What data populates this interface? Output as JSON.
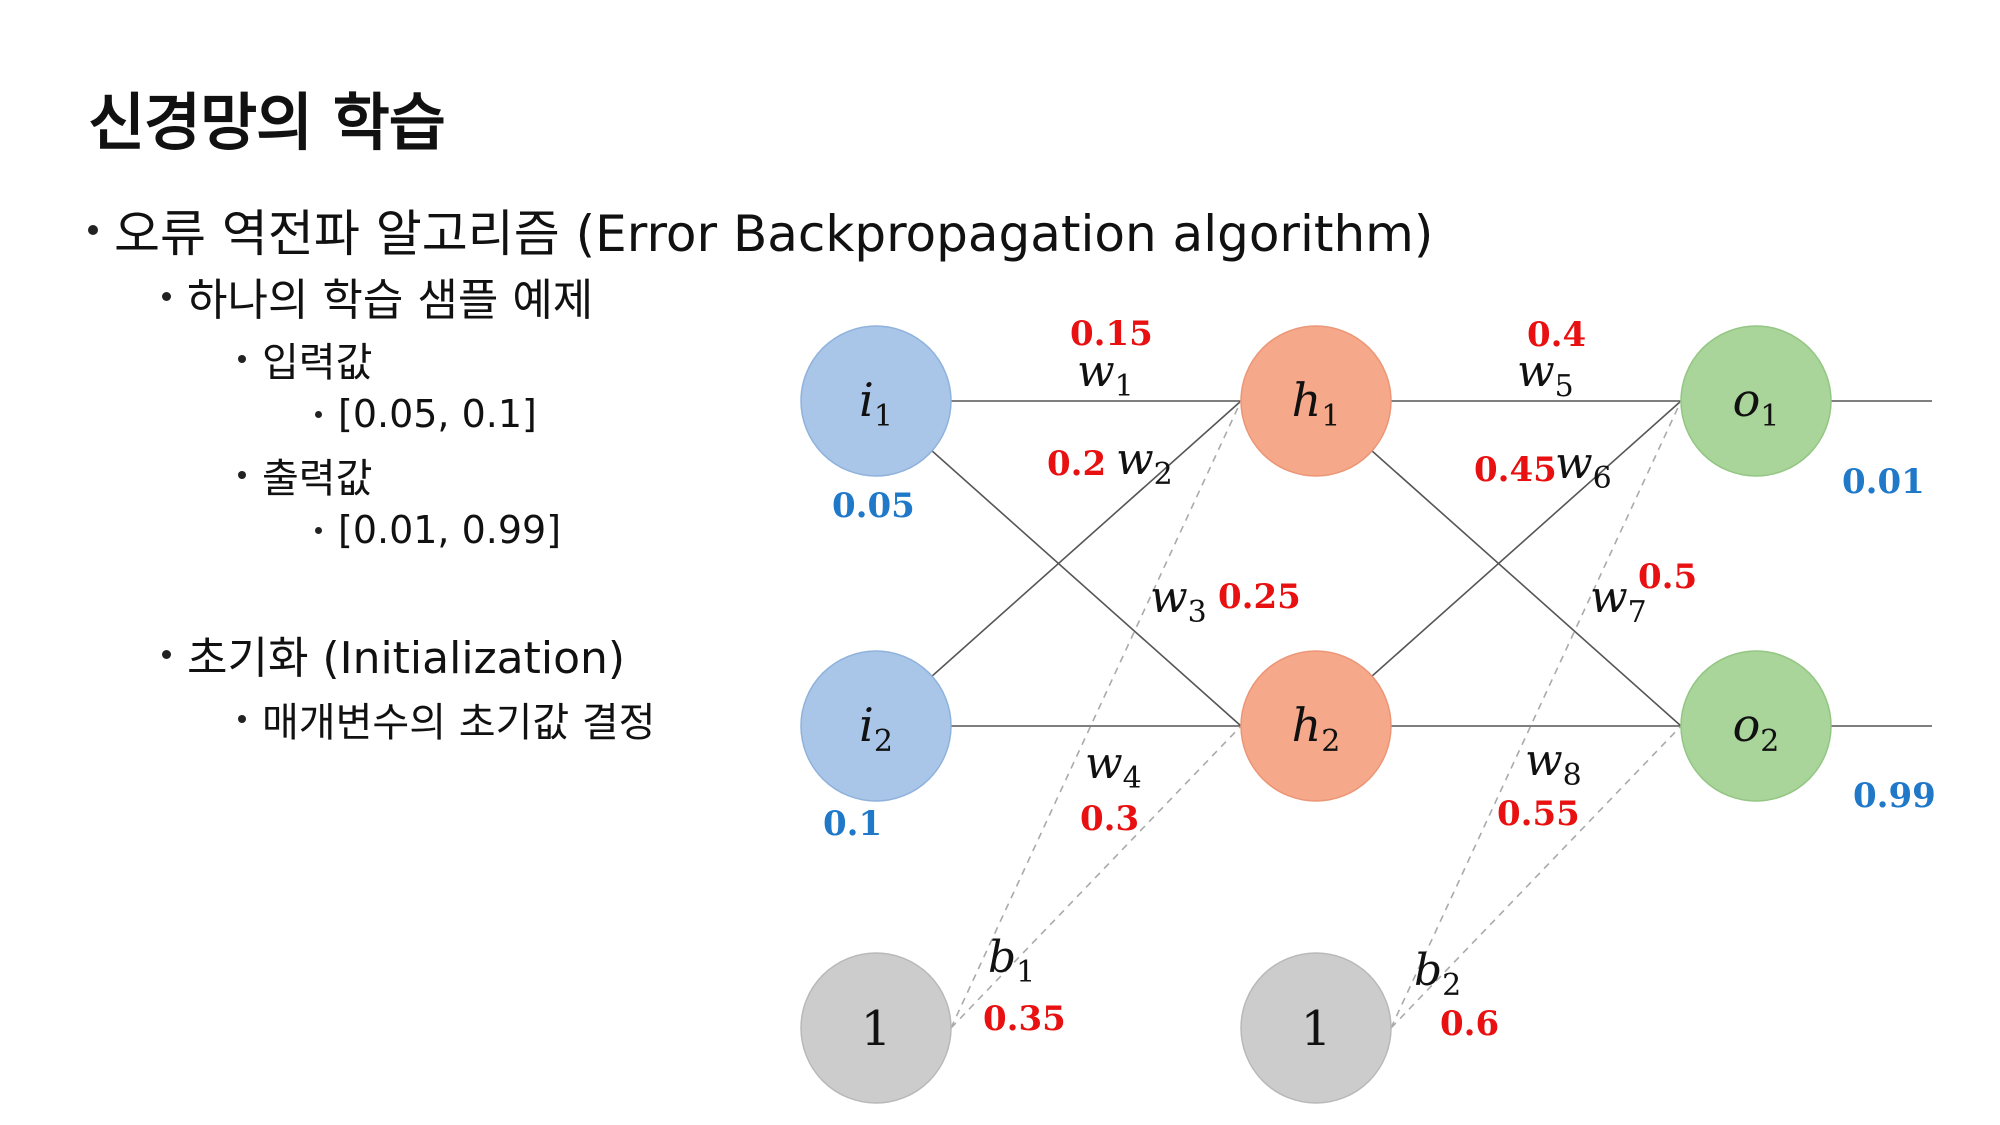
{
  "title": "신경망의 학습",
  "bullets": {
    "b1": "오류 역전파 알고리즘 (Error Backpropagation algorithm)",
    "b2": "하나의 학습 샘플 예제",
    "b3": "입력값",
    "b4": "[0.05, 0.1]",
    "b5": "출력값",
    "b6": "[0.01, 0.99]",
    "b7": "초기화 (Initialization)",
    "b8": "매개변수의 초기값 결정"
  },
  "colors": {
    "input_node": "#a9c6e8",
    "hidden_node": "#f5a98a",
    "output_node": "#a9d49a",
    "bias_node": "#cccccc",
    "weight_value": "#e81010",
    "io_value": "#1f78c8"
  },
  "diagram": {
    "nodes": {
      "i1": {
        "base": "i",
        "sub": "1"
      },
      "i2": {
        "base": "i",
        "sub": "2"
      },
      "h1": {
        "base": "h",
        "sub": "1"
      },
      "h2": {
        "base": "h",
        "sub": "2"
      },
      "o1": {
        "base": "o",
        "sub": "1"
      },
      "o2": {
        "base": "o",
        "sub": "2"
      },
      "bias1": {
        "label": "1"
      },
      "bias2": {
        "label": "1"
      }
    },
    "weights": {
      "w1": {
        "base": "w",
        "sub": "1",
        "value": "0.15"
      },
      "w2": {
        "base": "w",
        "sub": "2",
        "value": "0.2"
      },
      "w3": {
        "base": "w",
        "sub": "3",
        "value": "0.25"
      },
      "w4": {
        "base": "w",
        "sub": "4",
        "value": "0.3"
      },
      "w5": {
        "base": "w",
        "sub": "5",
        "value": "0.4"
      },
      "w6": {
        "base": "w",
        "sub": "6",
        "value": "0.45"
      },
      "w7": {
        "base": "w",
        "sub": "7",
        "value": "0.5"
      },
      "w8": {
        "base": "w",
        "sub": "8",
        "value": "0.55"
      },
      "b1": {
        "base": "b",
        "sub": "1",
        "value": "0.35"
      },
      "b2": {
        "base": "b",
        "sub": "2",
        "value": "0.6"
      }
    },
    "inputs": {
      "i1": "0.05",
      "i2": "0.1"
    },
    "targets": {
      "o1": "0.01",
      "o2": "0.99"
    }
  }
}
